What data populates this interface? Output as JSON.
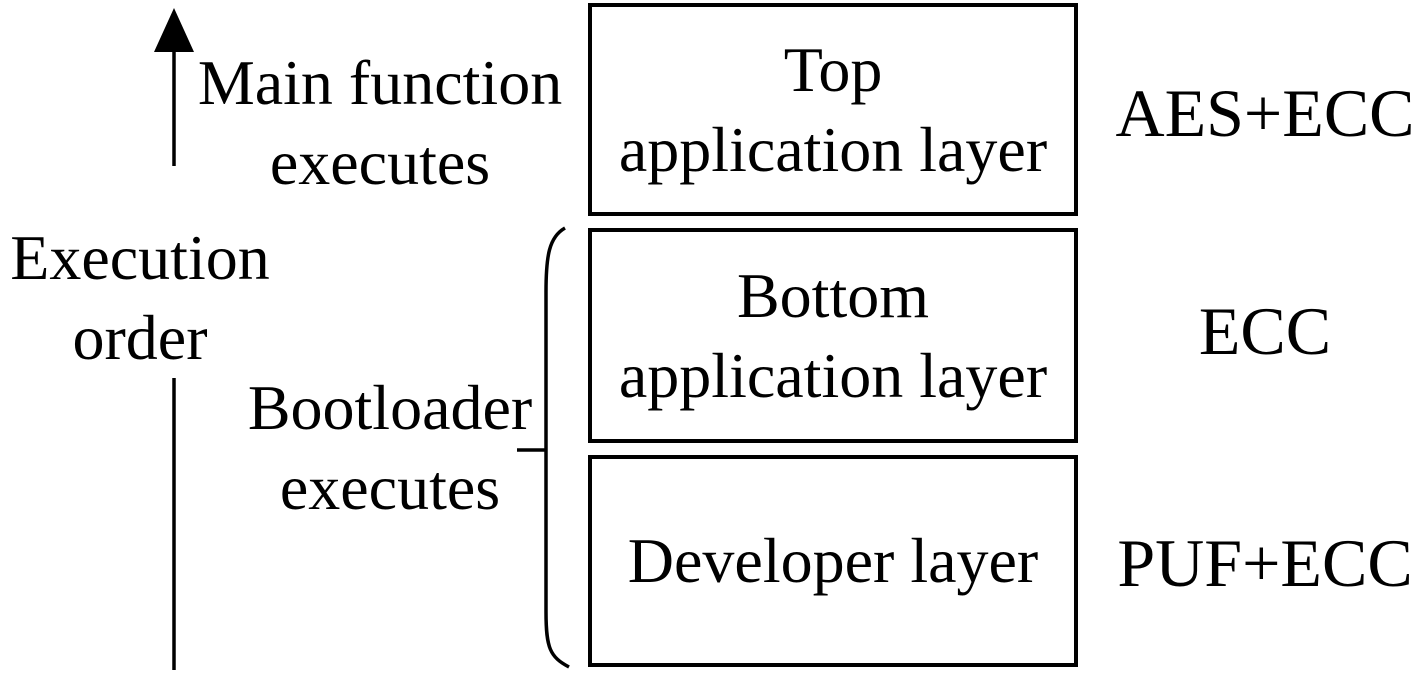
{
  "diagram": {
    "execution_axis": {
      "line1": "Execution",
      "line2": "order"
    },
    "main_function_label": {
      "line1": "Main function",
      "line2": "executes"
    },
    "bootloader_label": {
      "line1": "Bootloader",
      "line2": "executes"
    },
    "layers": [
      {
        "name_line1": "Top",
        "name_line2": "application layer",
        "security": "AES+ECC"
      },
      {
        "name_line1": "Bottom",
        "name_line2": "application layer",
        "security": "ECC"
      },
      {
        "name_line1": "Developer layer",
        "security": "PUF+ECC"
      }
    ],
    "colors": {
      "ink": "#000000",
      "background": "#ffffff"
    }
  }
}
